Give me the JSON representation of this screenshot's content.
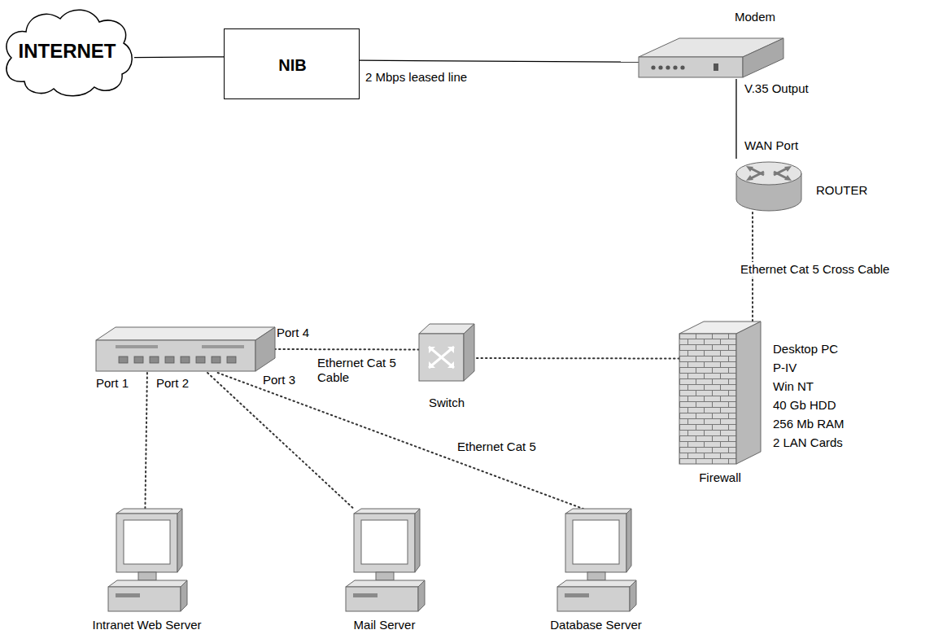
{
  "diagram": {
    "nodes": [
      {
        "text": [
          "INTERNET"
        ]
      },
      {
        "text": [
          "NIB"
        ]
      },
      {
        "text": [
          "Modem"
        ]
      },
      {
        "text": [
          "ROUTER"
        ]
      },
      {
        "text": [
          "Desktop PC",
          "P-IV",
          "Win NT",
          "40 Gb HDD",
          "256 Mb RAM",
          "2 LAN Cards",
          "Firewall"
        ]
      },
      {
        "text": [
          "Port 1",
          "Port 2",
          "Port 3",
          "Port 4"
        ]
      },
      {
        "text": [
          "Switch"
        ]
      },
      {
        "text": [
          "Intranet Web Server"
        ]
      },
      {
        "text": [
          "Mail Server"
        ]
      },
      {
        "text": [
          "Database Server"
        ]
      }
    ],
    "edges": [
      {
        "from": 0,
        "to": 1,
        "arrow": "none"
      },
      {
        "from": 1,
        "to": 2,
        "label": "2 Mbps leased line",
        "arrow": "none"
      },
      {
        "from": 2,
        "to": 3,
        "arrow": "none"
      },
      {
        "from": 3,
        "to": 4,
        "label": "Ethernet Cat 5 Cross Cable",
        "arrow": "none"
      },
      {
        "from": 4,
        "to": 6,
        "arrow": "none"
      },
      {
        "from": 6,
        "to": 5,
        "label": "Ethernet Cat 5 Cable",
        "arrow": "none"
      },
      {
        "from": 5,
        "to": 7,
        "arrow": "none"
      },
      {
        "from": 5,
        "to": 8,
        "arrow": "none"
      },
      {
        "from": 5,
        "to": 9,
        "label": "Ethernet Cat 5",
        "arrow": "none"
      }
    ],
    "labels": [
      "V.35 Output",
      "WAN Port"
    ]
  }
}
